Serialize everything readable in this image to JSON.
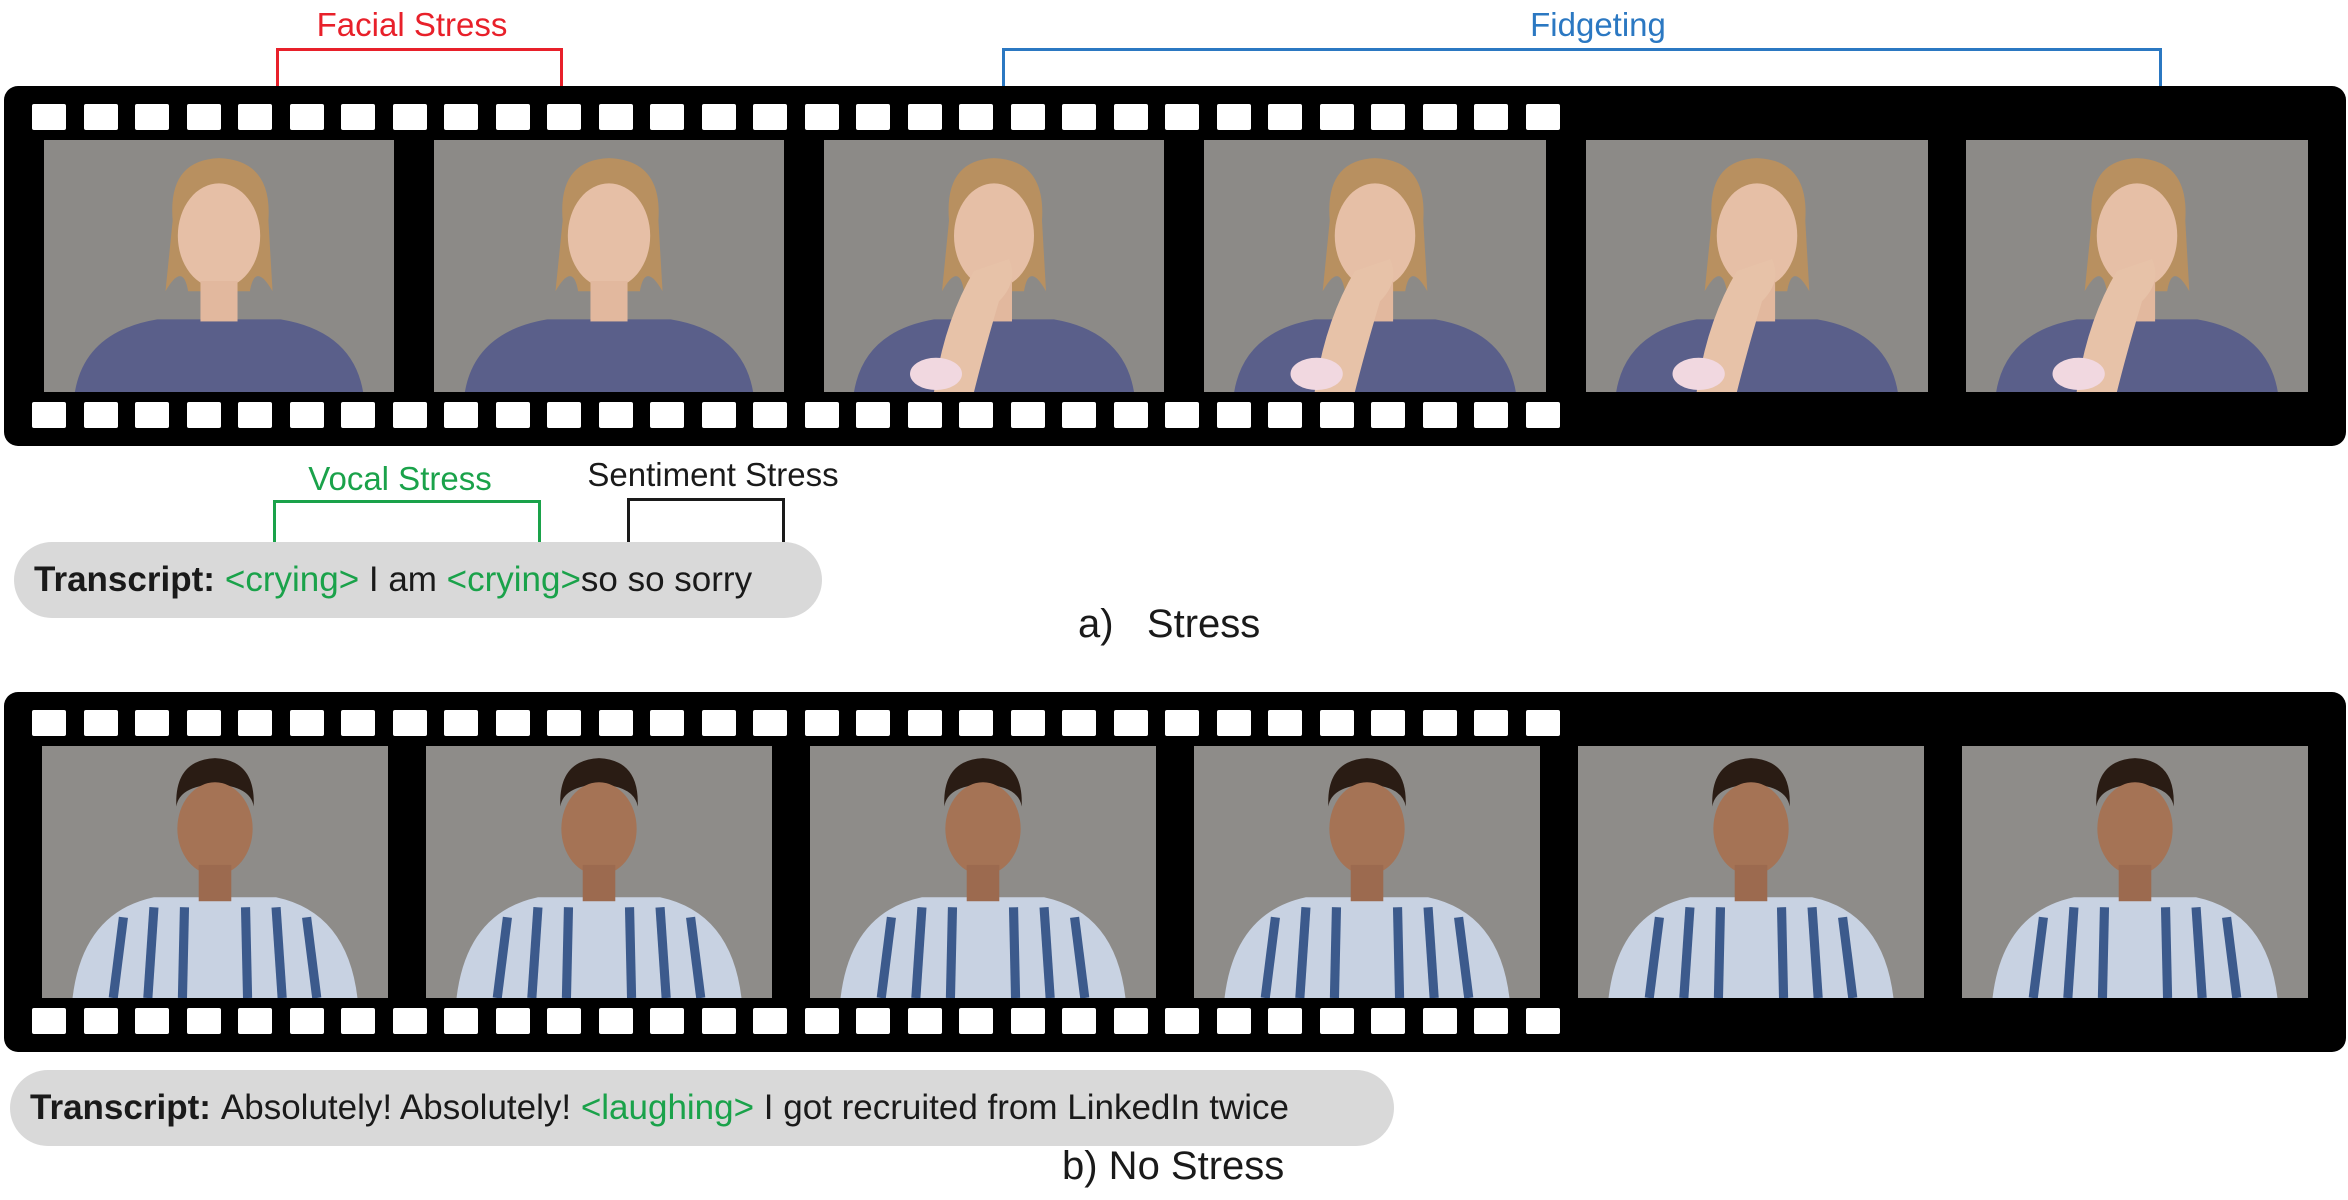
{
  "panel_a": {
    "brackets": {
      "facial": {
        "label": "Facial Stress",
        "color": "#e8202a"
      },
      "fidgeting": {
        "label": "Fidgeting",
        "color": "#2b78c2"
      },
      "vocal": {
        "label": "Vocal Stress",
        "color": "#1aa24a"
      },
      "sentiment": {
        "label": "Sentiment Stress",
        "color": "#1a1a1a"
      }
    },
    "transcript": {
      "label": "Transcript:",
      "tag1": "<crying>",
      "text1": " I am ",
      "tag2": "<crying>",
      "text2": "so so sorry"
    },
    "caption": "a)   Stress",
    "frame_count": 6
  },
  "panel_b": {
    "transcript": {
      "label": "Transcript:",
      "text1": "Absolutely! Absolutely! ",
      "tag1": "<laughing>",
      "text2": " I got recruited from LinkedIn twice"
    },
    "caption": "b) No Stress",
    "frame_count": 6
  },
  "colors": {
    "tag_green": "#1aa24a",
    "film_black": "#000000",
    "frame_bg": "#8a8885",
    "transcript_bg": "#d9d9d9"
  }
}
